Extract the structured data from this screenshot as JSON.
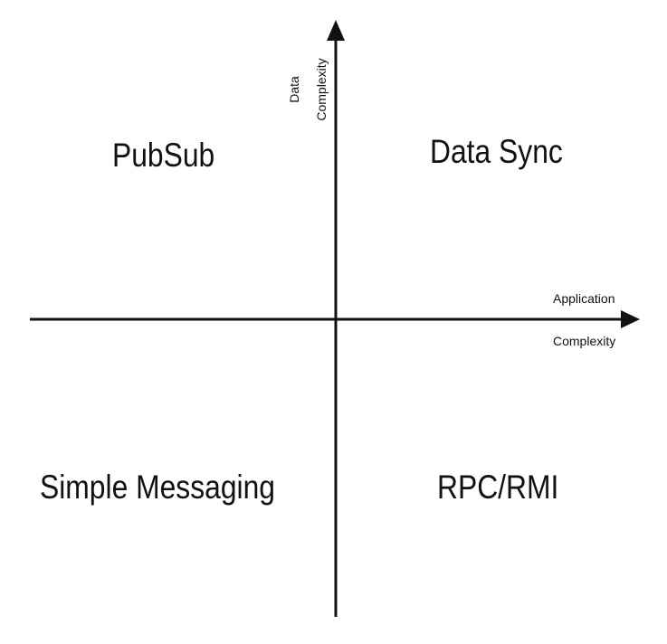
{
  "quadrants": {
    "top_left": "PubSub",
    "top_right": "Data Sync",
    "bottom_left": "Simple Messaging",
    "bottom_right": "RPC/RMI"
  },
  "axes": {
    "x_label_line1": "Application",
    "x_label_line2": "Complexity",
    "y_label_line1": "Data",
    "y_label_line2": "Complexity"
  },
  "colors": {
    "axis": "#111111",
    "text": "#111111",
    "background": "#ffffff"
  }
}
